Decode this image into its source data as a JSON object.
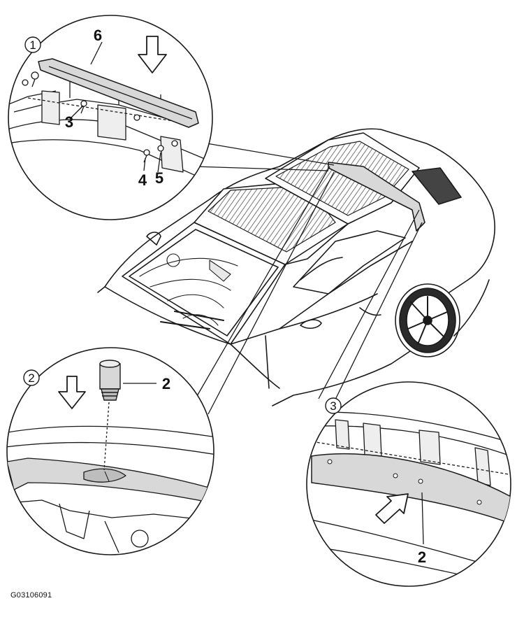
{
  "figure_id": "G03106091",
  "colors": {
    "line": "#1a1a1a",
    "part_fill": "#d8d8d8",
    "glass": "#bdbdbd",
    "grille": "#444444"
  },
  "details": [
    {
      "step": "1",
      "callouts": {
        "bar": "6",
        "bolt_left": "3",
        "bolt_low": "4",
        "bolt_right": "5"
      },
      "icons": [
        "down-arrow-icon"
      ]
    },
    {
      "step": "2",
      "callouts": {
        "plug": "2"
      },
      "icons": [
        "down-arrow-icon"
      ]
    },
    {
      "step": "3",
      "callouts": {
        "panel": "2"
      },
      "icons": [
        "push-arrow-icon"
      ]
    }
  ]
}
